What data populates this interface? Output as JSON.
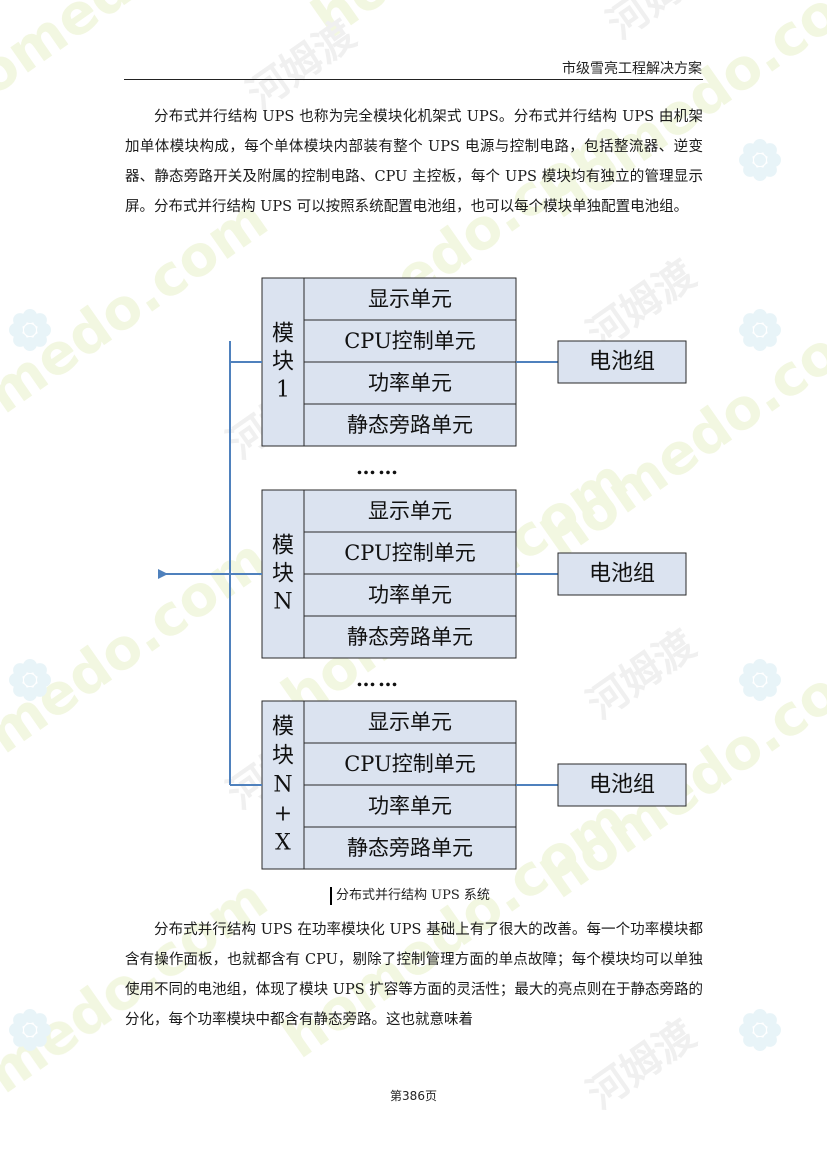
{
  "header": {
    "title": "市级雪亮工程解决方案"
  },
  "paragraphs": {
    "p1": "分布式并行结构 UPS 也称为完全模块化机架式 UPS。分布式并行结构 UPS 由机架加单体模块构成，每个单体模块内部装有整个 UPS 电源与控制电路，包括整流器、逆变器、静态旁路开关及附属的控制电路、CPU 主控板，每个 UPS 模块均有独立的管理显示屏。分布式并行结构 UPS 可以按照系统配置电池组，也可以每个模块单独配置电池组。",
    "p2": "分布式并行结构 UPS 在功率模块化 UPS 基础上有了很大的改善。每一个功率模块都含有操作面板，也就都含有 CPU，剔除了控制管理方面的单点故障；每个模块均可以单独使用不同的电池组，体现了模块 UPS 扩容等方面的灵活性；最大的亮点则在于静态旁路的分化，每个功率模块中都含有静态旁路。这也就意味着"
  },
  "diagram": {
    "modules": [
      {
        "label_lines": [
          "模",
          "块",
          "1"
        ],
        "units": [
          "显示单元",
          "CPU控制单元",
          "功率单元",
          "静态旁路单元"
        ],
        "battery": "电池组"
      },
      {
        "label_lines": [
          "模",
          "块",
          "N"
        ],
        "units": [
          "显示单元",
          "CPU控制单元",
          "功率单元",
          "静态旁路单元"
        ],
        "battery": "电池组"
      },
      {
        "label_lines": [
          "模",
          "块",
          "N",
          "+",
          "X"
        ],
        "units": [
          "显示单元",
          "CPU控制单元",
          "功率单元",
          "静态旁路单元"
        ],
        "battery": "电池组"
      }
    ],
    "ellipsis": [
      "……",
      "……"
    ],
    "colors": {
      "box_fill": "#dbe3f0",
      "box_stroke": "#2a2a2a",
      "line": "#4f81bd"
    }
  },
  "caption": "分布式并行结构 UPS 系统",
  "footer": {
    "page": "第386页"
  },
  "watermark": {
    "text_latin": "homedo.com",
    "text_cn": "河姆渡",
    "color": "#e8f0c8"
  }
}
